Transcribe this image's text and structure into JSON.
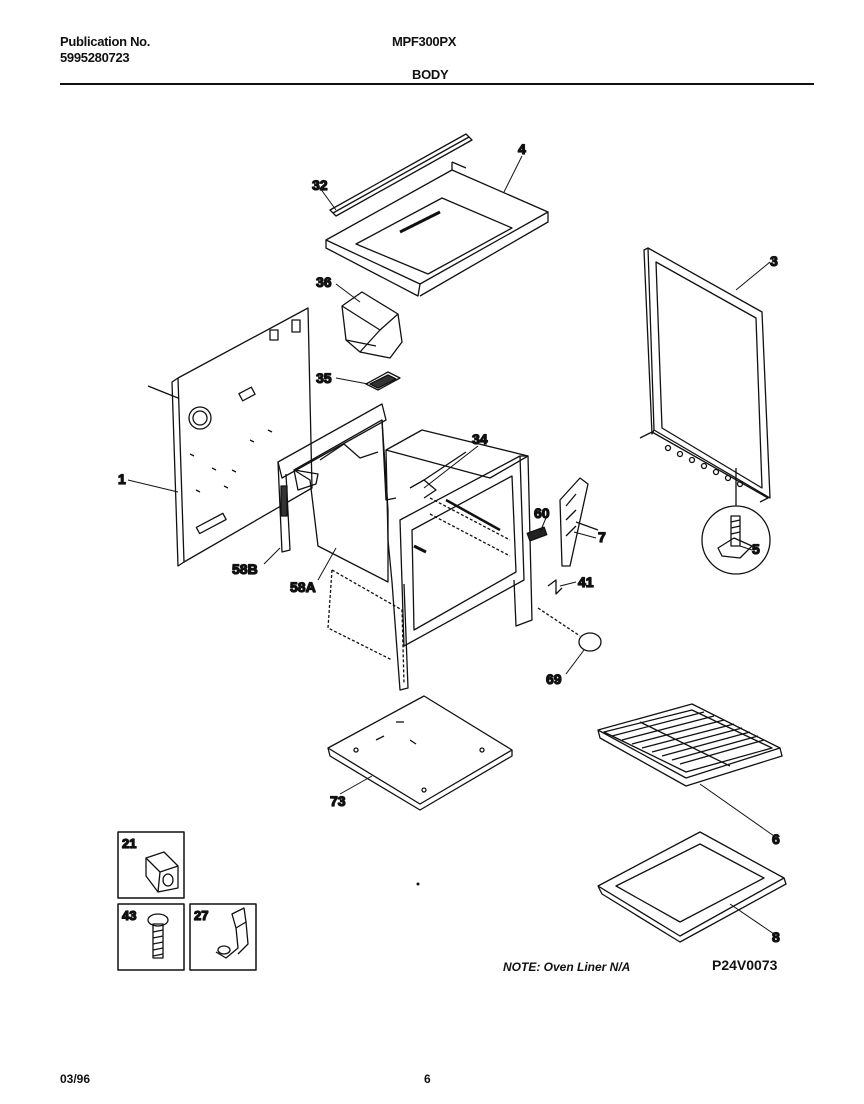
{
  "header": {
    "publication_label": "Publication No.",
    "publication_number": "5995280723",
    "model": "MPF300PX",
    "section": "BODY"
  },
  "callouts": {
    "c1": "1",
    "c3": "3",
    "c4": "4",
    "c5": "5",
    "c6": "6",
    "c7": "7",
    "c8": "8",
    "c32": "32",
    "c34": "34",
    "c35": "35",
    "c36": "36",
    "c41": "41",
    "c58A": "58A",
    "c58B": "58B",
    "c60": "60",
    "c69": "69",
    "c73": "73"
  },
  "inset_boxes": {
    "b21": "21",
    "b43": "43",
    "b27": "27"
  },
  "note": "NOTE: Oven Liner N/A",
  "drawing_code": "P24V0073",
  "footer": {
    "date": "03/96",
    "page": "6"
  }
}
